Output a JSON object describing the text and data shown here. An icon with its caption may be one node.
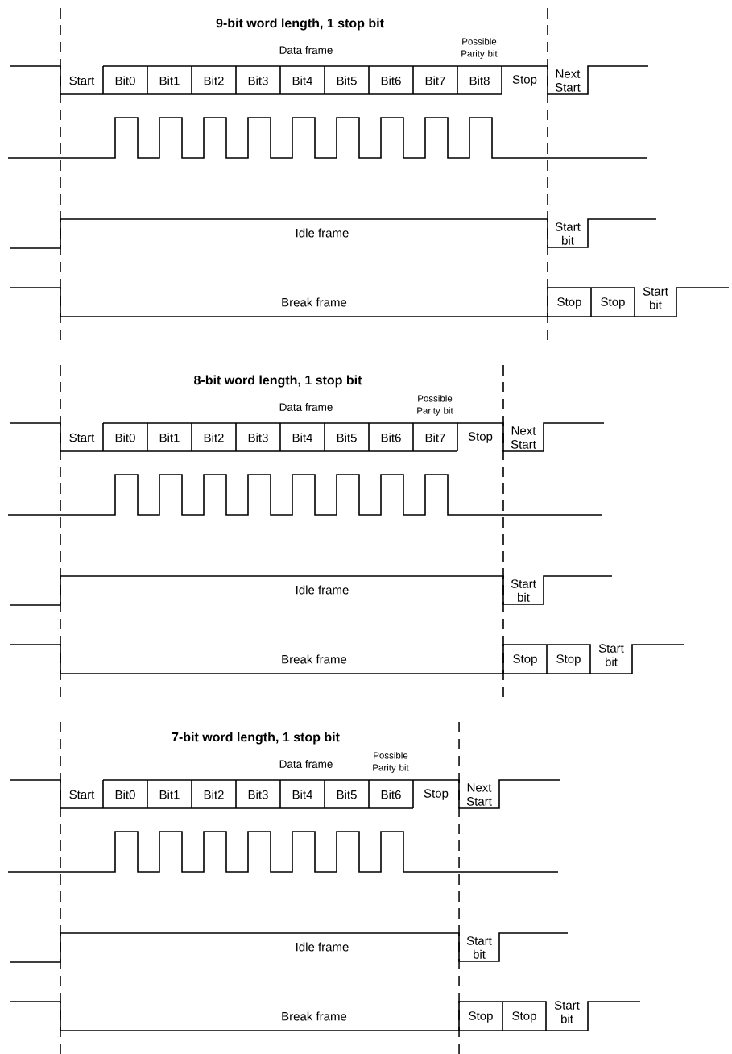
{
  "diagram": {
    "labels": [
      "9-bit word length, 1 stop bit",
      "Data frame",
      "Possible Parity bit",
      "Start",
      "Bit0",
      "Bit1",
      "Bit2",
      "Bit3",
      "Bit4",
      "Bit5",
      "Bit6",
      "Bit7",
      "Bit8",
      "Stop",
      "Next Start",
      "Idle frame",
      "Start bit",
      "Break frame",
      "Stop",
      "Stop",
      "Start bit",
      "8-bit word length, 1 stop bit",
      "Data frame",
      "Possible Parity bit",
      "Start",
      "Bit0",
      "Bit1",
      "Bit2",
      "Bit3",
      "Bit4",
      "Bit5",
      "Bit6",
      "Bit7",
      "Stop",
      "Next Start",
      "Idle frame",
      "Start bit",
      "Break frame",
      "Stop",
      "Stop",
      "Start bit",
      "7-bit word length, 1 stop bit",
      "Data frame",
      "Possible Parity bit",
      "Start",
      "Bit0",
      "Bit1",
      "Bit2",
      "Bit3",
      "Bit4",
      "Bit5",
      "Bit6",
      "Stop",
      "Next Start",
      "Idle frame",
      "Start bit",
      "Break frame",
      "Stop",
      "Stop",
      "Start bit"
    ]
  }
}
